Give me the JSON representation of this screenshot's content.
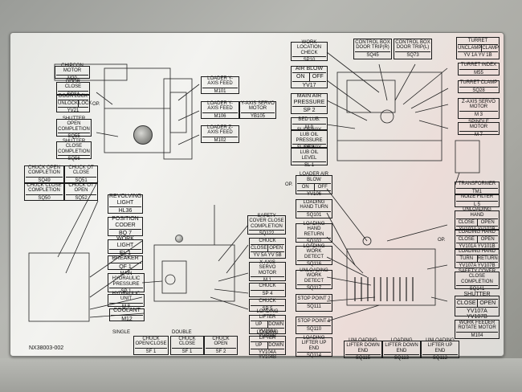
{
  "plate_code": "NX38003-002",
  "labels": {
    "chipcon_motor": {
      "title": "CHIPCON MOTOR",
      "code": "M20"
    },
    "door_close": {
      "title": "DOOR CLOSE",
      "code": "SQ84"
    },
    "door_lock": {
      "title": "DOOR LOCK",
      "col1": "UNLOCK",
      "col2": "LOCK",
      "code": "YV21"
    },
    "shutter_open": {
      "title": "SHUTTER OPEN COMPLETION",
      "code": "SQ55"
    },
    "shutter_close": {
      "title": "SHUTTER CLOSE COMPLETION",
      "code": "SQ56"
    },
    "loader_y_axis": {
      "title": "LOADER Y-AXIS FEED",
      "code": "M101"
    },
    "loader_y_axis_feed": {
      "title": "LOADER Y-AXIS FEED",
      "code": "M106"
    },
    "y_axis_servo": {
      "title": "Y-AXIS SERVO MOTOR",
      "code": "YB105"
    },
    "loader_z_axis": {
      "title": "LOADER Z-AXIS FEED",
      "code": "M102"
    },
    "work_location": {
      "title": "WORK LOCATION CHECK",
      "code": "SP10"
    },
    "control_box_r": {
      "title": "CONTROL BOX DOOR TRIP(R)",
      "code": "SQ45"
    },
    "control_box_l": {
      "title": "CONTROL BOX DOOR TRIP(L)",
      "code": "SQ73"
    },
    "turret": {
      "title": "TURRET",
      "col1": "UNCLAMP",
      "col2": "CLAMP",
      "code": "YV 1A YV 1B"
    },
    "turret_index": {
      "title": "TURRET INDEX",
      "code": "M55"
    },
    "turret_clamp": {
      "title": "TURRET CLAMP",
      "code": "SQ28"
    },
    "z_axis_servo": {
      "title": "Z-AXIS SERVO MOTOR",
      "code": "M 3"
    },
    "spindle_motor": {
      "title": "SPINDLE MOTOR",
      "code": "M 7"
    },
    "air_blow": {
      "title": "AIR BLOW",
      "col1": "ON",
      "col2": "OFF",
      "code": "YV17"
    },
    "main_air": {
      "title": "MAIN AIR PRESSURE",
      "code": "SP 2"
    },
    "bed_lub": {
      "title": "BED LUB.",
      "code": "M 9"
    },
    "slideway_lub_press": {
      "title": "SLIDEWAY LUB OIL PRESSURE",
      "code": "SP 3"
    },
    "slideway_lub_level": {
      "title": "SLIDEWAY LUB OIL LEVEL",
      "code": "SL 1"
    },
    "chuck_open": {
      "title": "CHUCK OPEN COMPLETION",
      "code": "SQ49"
    },
    "chuck_ot_close": {
      "title": "CHUCK OT CLOSE",
      "code": "SQ51"
    },
    "chuck_close_comp": {
      "title": "CHUCK CLOSE COMPLETION",
      "code": "SQ50"
    },
    "chuck_ot_open": {
      "title": "CHUCK OT OPEN",
      "code": "SQ52"
    },
    "revolving_light": {
      "title": "REVOLVING LIGHT",
      "code": "HL36"
    },
    "position_coder": {
      "title": "POSITION CODER",
      "code": "BQ 7"
    },
    "work_light": {
      "title": "WORK LIGHT",
      "code": "EL 1"
    },
    "breaker": {
      "title": "BREAKER",
      "code": "QF 1"
    },
    "main_hydraulic": {
      "title": "MAIN HYDRAULIC PRESSURE",
      "code": "SP 1"
    },
    "hydraulic_unit": {
      "title": "HYDRAULIC UNIT",
      "code": "M 8"
    },
    "coolant": {
      "title": "COOLANT",
      "code": "M12"
    },
    "chuck_single": {
      "title": "CHUCK OPEN/CLOSE",
      "header": "SINGLE",
      "code": "SF 1"
    },
    "chuck_double_close": {
      "title": "CHUCK CLOSE",
      "header": "DOUBLE",
      "code": "SF 1"
    },
    "chuck_double_open": {
      "title": "CHUCK OPEN",
      "code": "SF 2"
    },
    "safety_cover": {
      "title": "SAFETY COVER CLOSE COMPLETION",
      "code": "SQ122"
    },
    "chuck_close_open": {
      "title": "CHUCK",
      "col1": "CLOSE",
      "col2": "OPEN",
      "code": "YV 5A  YV 5B"
    },
    "x_axis_servo": {
      "title": "X-AXIS SERVO MOTOR",
      "code": "M 1"
    },
    "chuck_sp4": {
      "title": "CHUCK",
      "code": "SP 4"
    },
    "chuck_sp5": {
      "title": "CHUCK",
      "code": "SP 5"
    },
    "loading_lifter_up_down": {
      "title": "LOADING LIFTER",
      "col1": "UP",
      "col2": "DOWN",
      "code": "YV103A YV103B"
    },
    "loading_lifter_up_down2": {
      "title": "LOADING LIFTER",
      "col1": "UP",
      "col2": "DOWN",
      "code": "YV104A YV104B"
    },
    "loader_air_blow": {
      "title": "LOADER AIR BLOW",
      "col1": "ON",
      "col2": "OFF",
      "code": "YV106"
    },
    "loading_hand_turn": {
      "title": "LOADING HAND TURN",
      "code": "SQ101"
    },
    "loading_hand_return": {
      "title": "LOADING HAND RETURN",
      "code": "SQ102"
    },
    "loading_work_detect": {
      "title": "LOADING WORK DETECT",
      "code": "SQ116"
    },
    "unloading_work_detect": {
      "title": "UNLOADING WORK DETECT",
      "code": "SQ117"
    },
    "stop_point_2": {
      "title": "STOP POINT 2",
      "code": "SQ111"
    },
    "stop_point_1": {
      "title": "STOP POINT 1",
      "code": "SQ110"
    },
    "loading_lifter_up_end": {
      "title": "LOADING LIFTER UP END",
      "code": "SQ114"
    },
    "unloading_lifter_down": {
      "title": "UNLOADING LIFTER DOWN END",
      "code": "SQ115"
    },
    "loading_lifter_down_end": {
      "title": "LOADING LIFTER DOWN END",
      "code": "SQ113"
    },
    "unloading_lifter_up": {
      "title": "UNLOADING LIFTER UP END",
      "code": "SQ112"
    },
    "transformer": {
      "title": "TRANSFORMER",
      "code": "TM1"
    },
    "noize_filter": {
      "title": "NOIZE FILTER",
      "code": "L 5"
    },
    "unloading_hand": {
      "title": "UNLOADING HAND",
      "col1": "CLOSE",
      "col2": "OPEN",
      "code": "YV102A YV102B"
    },
    "loading_hand": {
      "title": "LOADING HAND",
      "col1": "CLOSE",
      "col2": "OPEN",
      "code": "YV101A YV101B"
    },
    "loading_hand_turn_ret": {
      "title": "LOADING HAND",
      "col1": "TURN",
      "col2": "RETURN",
      "code": "YV107A YV107B"
    },
    "safety_cover2": {
      "title": "SAFETY COVER CLOSE COMPLETION",
      "code": "SQ141"
    },
    "shutter": {
      "title": "SHUTTER",
      "col1": "CLOSE",
      "col2": "OPEN",
      "code": "YV107A YV107B"
    },
    "work_feeder": {
      "title": "WORK FEEDER ROTATE MOTOR",
      "code": "M104"
    },
    "op_marks": "OP."
  }
}
